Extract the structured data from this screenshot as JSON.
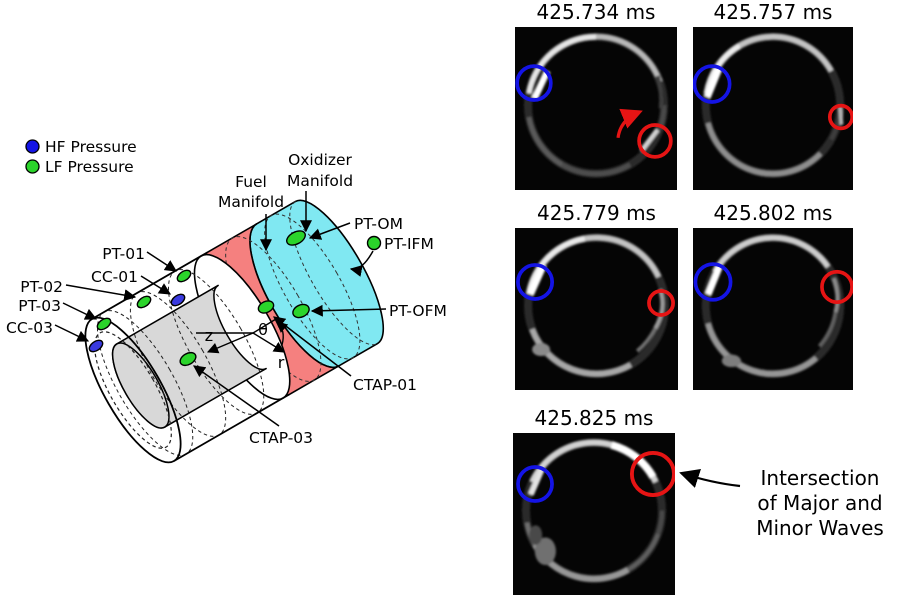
{
  "legend": {
    "items": [
      {
        "label": "HF Pressure",
        "color": "#1414e6"
      },
      {
        "label": "LF Pressure",
        "color": "#2bd42b"
      }
    ]
  },
  "diagram": {
    "labels": {
      "pt_01": "PT-01",
      "cc_01": "CC-01",
      "pt_02": "PT-02",
      "pt_03": "PT-03",
      "cc_03": "CC-03",
      "fuel_manifold_line1": "Fuel",
      "fuel_manifold_line2": "Manifold",
      "oxidizer_manifold_line1": "Oxidizer",
      "oxidizer_manifold_line2": "Manifold",
      "pt_om": "PT-OM",
      "pt_ifm": "PT-IFM",
      "pt_ofm": "PT-OFM",
      "ctap_01": "CTAP-01",
      "ctap_03": "CTAP-03",
      "axis_z": "z",
      "axis_theta": "θ",
      "axis_r": "r"
    },
    "colors": {
      "fuel_manifold": "#f5807f",
      "oxidizer_manifold": "#80e8f2",
      "chamber_body": "#d8d8d8",
      "hf_pressure": "#3a3ae0",
      "lf_pressure": "#2bd42b"
    }
  },
  "frames": [
    {
      "timestamp": "425.734 ms"
    },
    {
      "timestamp": "425.757 ms"
    },
    {
      "timestamp": "425.779 ms"
    },
    {
      "timestamp": "425.802 ms"
    },
    {
      "timestamp": "425.825 ms"
    }
  ],
  "wave_markers": {
    "blue_circle_color": "#1414e6",
    "red_circle_color": "#e61414"
  },
  "annotation": {
    "line1": "Intersection",
    "line2": "of Major and",
    "line3": "Minor Waves"
  }
}
